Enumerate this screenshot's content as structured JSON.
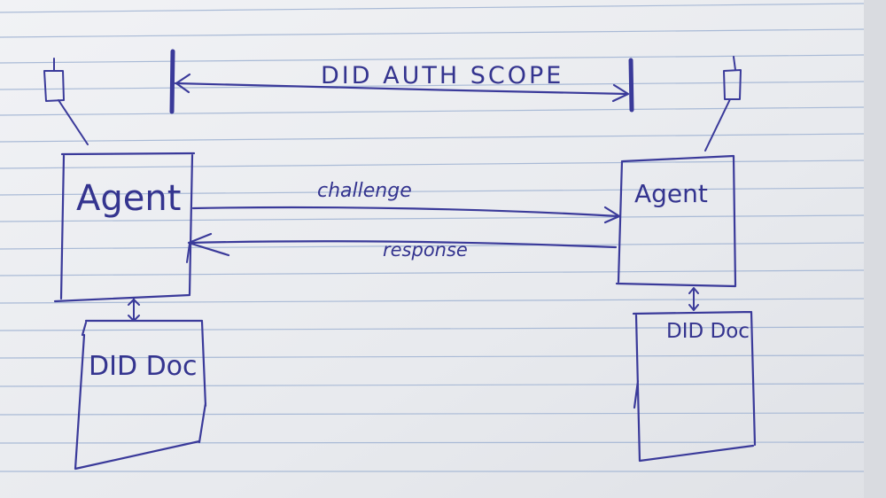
{
  "diagram": {
    "scope_label": "DID AUTH SCOPE",
    "left_agent_label": "Agent",
    "right_agent_label": "Agent",
    "left_doc_label": "DID Doc",
    "right_doc_label": "DID Doc",
    "challenge_label": "challenge",
    "response_label": "response"
  },
  "colors": {
    "paper": "#eceef2",
    "ruled_line": "#a7b9d6",
    "ink": "#3a3a9a"
  }
}
